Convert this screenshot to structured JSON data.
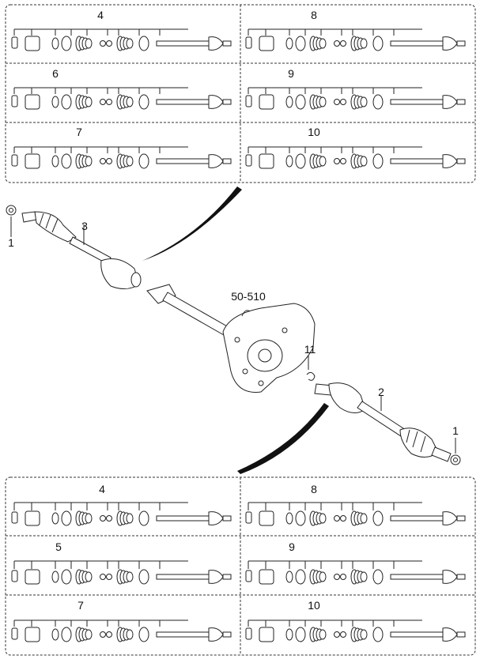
{
  "top_panel": {
    "cells": [
      {
        "label": "4"
      },
      {
        "label": "8"
      },
      {
        "label": "6"
      },
      {
        "label": "9"
      },
      {
        "label": "7"
      },
      {
        "label": "10"
      }
    ]
  },
  "bottom_panel": {
    "cells": [
      {
        "label": "4"
      },
      {
        "label": "8"
      },
      {
        "label": "5"
      },
      {
        "label": "9"
      },
      {
        "label": "7"
      },
      {
        "label": "10"
      }
    ]
  },
  "callouts": {
    "left_nut": "1",
    "left_shaft": "3",
    "right_shaft": "2",
    "right_nut": "1",
    "transaxle": "50-510",
    "clip": "11"
  }
}
